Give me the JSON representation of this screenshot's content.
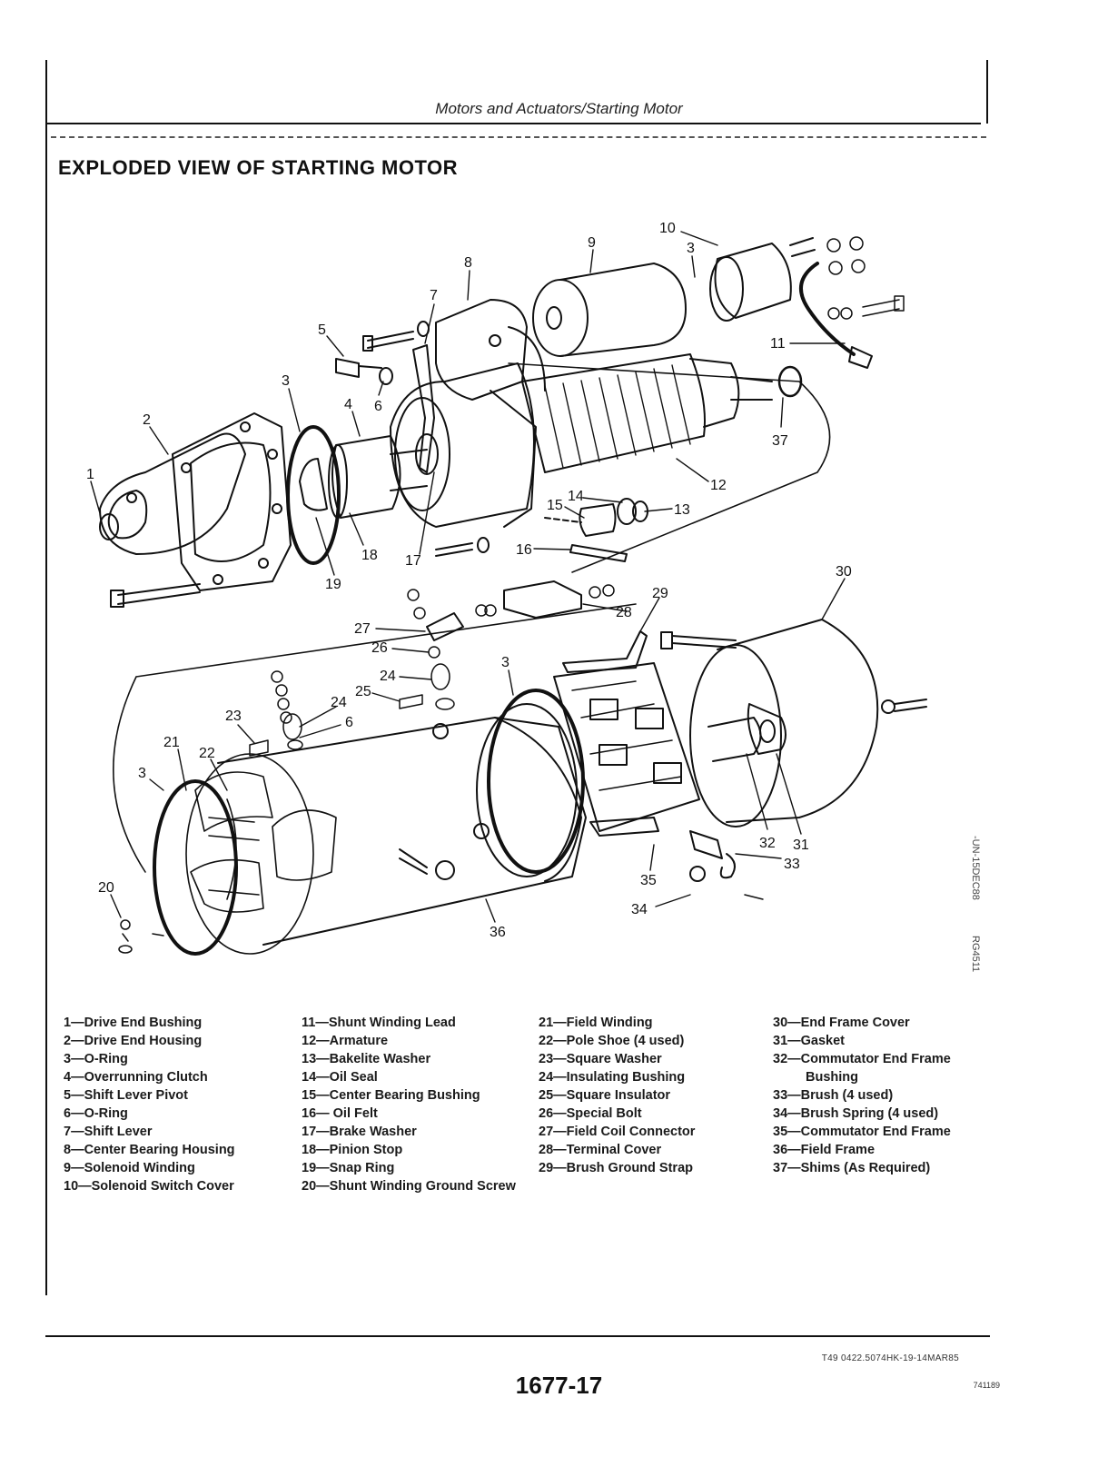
{
  "header": {
    "running_head": "Motors and Actuators/Starting Motor"
  },
  "section_title": "EXPLODED VIEW OF STARTING MOTOR",
  "callouts": [
    "1",
    "2",
    "3",
    "4",
    "5",
    "6",
    "7",
    "8",
    "9",
    "10",
    "3",
    "11",
    "37",
    "12",
    "14",
    "15",
    "13",
    "16",
    "18",
    "19",
    "17",
    "30",
    "29",
    "28",
    "27",
    "26",
    "24",
    "25",
    "24",
    "23",
    "6",
    "3",
    "21",
    "22",
    "3",
    "20",
    "32",
    "31",
    "33",
    "35",
    "34",
    "36"
  ],
  "legend": {
    "col1": [
      "1—Drive End Bushing",
      "2—Drive End Housing",
      "3—O-Ring",
      "4—Overrunning Clutch",
      "5—Shift Lever Pivot",
      "6—O-Ring",
      "7—Shift Lever",
      "8—Center Bearing Housing",
      "9—Solenoid Winding",
      "10—Solenoid Switch Cover"
    ],
    "col2": [
      "11—Shunt Winding Lead",
      "12—Armature",
      "13—Bakelite Washer",
      "14—Oil Seal",
      "15—Center Bearing Bushing",
      "16— Oil Felt",
      "17—Brake Washer",
      "18—Pinion Stop",
      "19—Snap Ring",
      "20—Shunt Winding Ground Screw"
    ],
    "col3": [
      "21—Field Winding",
      "22—Pole Shoe (4 used)",
      "23—Square Washer",
      "24—Insulating Bushing",
      "25—Square Insulator",
      "26—Special Bolt",
      "27—Field Coil Connector",
      "28—Terminal Cover",
      "29—Brush Ground Strap"
    ],
    "col4": [
      "30—End Frame Cover",
      "31—Gasket",
      "32—Commutator End Frame Bushing",
      "33—Brush (4 used)",
      "34—Brush Spring (4 used)",
      "35—Commutator End Frame",
      "36—Field Frame",
      "37—Shims (As Required)"
    ]
  },
  "side_code": "-UN-15DEC88",
  "side_code_2": "RG4511",
  "print_code": "T49 0422.5074HK-19-14MAR85",
  "page_number": "1677-17",
  "sheet_code": "741189"
}
